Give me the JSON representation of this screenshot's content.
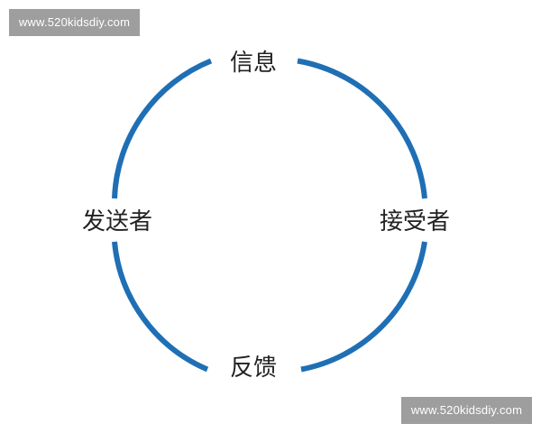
{
  "watermark": {
    "top": "www.520kidsdiy.com",
    "bottom": "www.520kidsdiy.com"
  },
  "diagram": {
    "nodes": {
      "top": "信息",
      "right": "接受者",
      "bottom": "反馈",
      "left": "发送者"
    },
    "ring_color": "#1f6fb5"
  }
}
